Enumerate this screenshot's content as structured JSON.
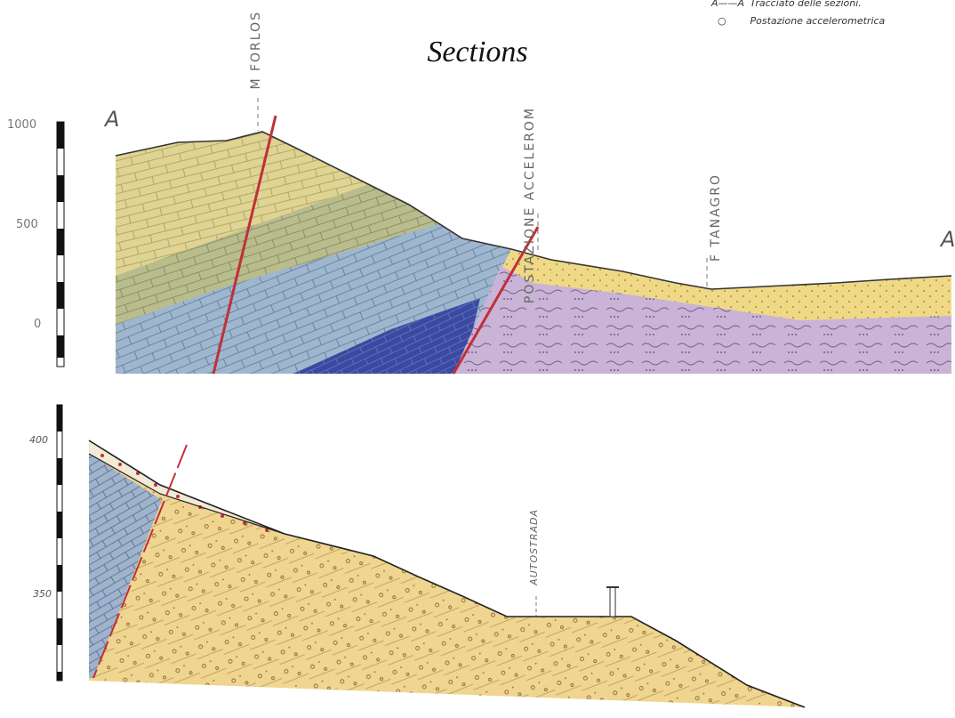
{
  "title": "Sections",
  "legend": {
    "trace": "Tracciato delle sezioni.",
    "station": "Postazione accelerometrica"
  },
  "section_a": {
    "letter_left": "A",
    "letter_right": "A'",
    "scale_ticks": [
      "1000",
      "500",
      "0"
    ],
    "labels": {
      "peak": "M FORLOS",
      "station": "POSTAZIONE ACCELEROM",
      "river": "F TANAGRO"
    },
    "colors": {
      "limestone_upper": "#dfd494",
      "limestone_middle": "#b9bd8e",
      "limestone_blue": "#9fb6cf",
      "dark_blue": "#3a4aa0",
      "flysch": "#c9b3d6",
      "alluvium": "#efd987",
      "fault": "#c0303a"
    }
  },
  "section_b": {
    "scale_ticks": [
      "400",
      "350"
    ],
    "labels": {
      "road": "AUTOSTRADA"
    },
    "colors": {
      "limestone": "#9fb3cc",
      "conglomerate": "#efd58f",
      "scree": "#f2e9d6",
      "fault": "#c0303a"
    }
  }
}
